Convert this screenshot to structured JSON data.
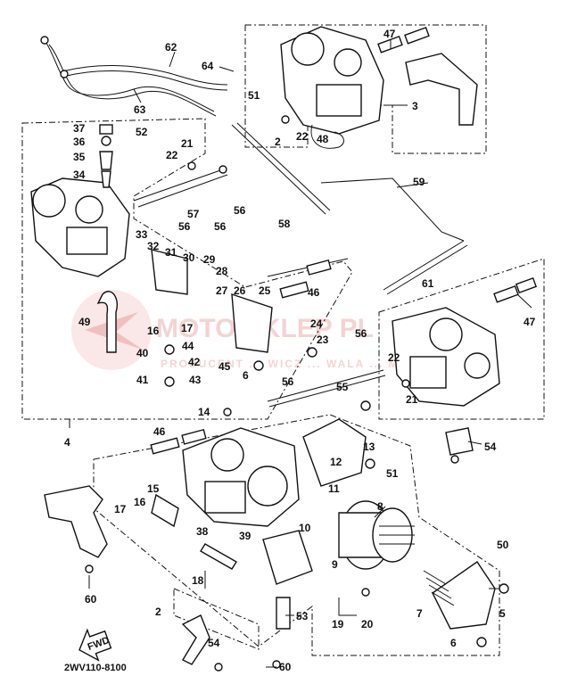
{
  "diagram_code": "2WV110-8100",
  "fwd_arrow": "FWD",
  "watermark": {
    "brand": "MOTO SKLEP PL",
    "sub": "PRODUCENT ... WICZ ... WALA ... MAHA"
  },
  "callouts": [
    {
      "id": "c2a",
      "label": "2"
    },
    {
      "id": "c2b",
      "label": "2"
    },
    {
      "id": "c3",
      "label": "3"
    },
    {
      "id": "c4",
      "label": "4"
    },
    {
      "id": "c5",
      "label": "5"
    },
    {
      "id": "c6a",
      "label": "6"
    },
    {
      "id": "c6b",
      "label": "6"
    },
    {
      "id": "c7",
      "label": "7"
    },
    {
      "id": "c8",
      "label": "8"
    },
    {
      "id": "c9",
      "label": "9"
    },
    {
      "id": "c10",
      "label": "10"
    },
    {
      "id": "c11",
      "label": "11"
    },
    {
      "id": "c12",
      "label": "12"
    },
    {
      "id": "c13",
      "label": "13"
    },
    {
      "id": "c14",
      "label": "14"
    },
    {
      "id": "c15",
      "label": "15"
    },
    {
      "id": "c16a",
      "label": "16"
    },
    {
      "id": "c16b",
      "label": "16"
    },
    {
      "id": "c17a",
      "label": "17"
    },
    {
      "id": "c17b",
      "label": "17"
    },
    {
      "id": "c18",
      "label": "18"
    },
    {
      "id": "c19",
      "label": "19"
    },
    {
      "id": "c20",
      "label": "20"
    },
    {
      "id": "c21a",
      "label": "21"
    },
    {
      "id": "c21b",
      "label": "21"
    },
    {
      "id": "c22a",
      "label": "22"
    },
    {
      "id": "c22b",
      "label": "22"
    },
    {
      "id": "c22c",
      "label": "22"
    },
    {
      "id": "c23",
      "label": "23"
    },
    {
      "id": "c24",
      "label": "24"
    },
    {
      "id": "c25",
      "label": "25"
    },
    {
      "id": "c26",
      "label": "26"
    },
    {
      "id": "c27",
      "label": "27"
    },
    {
      "id": "c28",
      "label": "28"
    },
    {
      "id": "c29",
      "label": "29"
    },
    {
      "id": "c30",
      "label": "30"
    },
    {
      "id": "c31",
      "label": "31"
    },
    {
      "id": "c32",
      "label": "32"
    },
    {
      "id": "c33",
      "label": "33"
    },
    {
      "id": "c34",
      "label": "34"
    },
    {
      "id": "c35",
      "label": "35"
    },
    {
      "id": "c36",
      "label": "36"
    },
    {
      "id": "c37",
      "label": "37"
    },
    {
      "id": "c38",
      "label": "38"
    },
    {
      "id": "c39",
      "label": "39"
    },
    {
      "id": "c40",
      "label": "40"
    },
    {
      "id": "c41",
      "label": "41"
    },
    {
      "id": "c42",
      "label": "42"
    },
    {
      "id": "c43",
      "label": "43"
    },
    {
      "id": "c44",
      "label": "44"
    },
    {
      "id": "c45",
      "label": "45"
    },
    {
      "id": "c46a",
      "label": "46"
    },
    {
      "id": "c46b",
      "label": "46"
    },
    {
      "id": "c47a",
      "label": "47"
    },
    {
      "id": "c47b",
      "label": "47"
    },
    {
      "id": "c48",
      "label": "48"
    },
    {
      "id": "c49",
      "label": "49"
    },
    {
      "id": "c50",
      "label": "50"
    },
    {
      "id": "c51a",
      "label": "51"
    },
    {
      "id": "c51b",
      "label": "51"
    },
    {
      "id": "c52",
      "label": "52"
    },
    {
      "id": "c53",
      "label": "53"
    },
    {
      "id": "c54a",
      "label": "54"
    },
    {
      "id": "c54b",
      "label": "54"
    },
    {
      "id": "c55",
      "label": "55"
    },
    {
      "id": "c56a",
      "label": "56"
    },
    {
      "id": "c56b",
      "label": "56"
    },
    {
      "id": "c56c",
      "label": "56"
    },
    {
      "id": "c56d",
      "label": "56"
    },
    {
      "id": "c56e",
      "label": "56"
    },
    {
      "id": "c57",
      "label": "57"
    },
    {
      "id": "c58",
      "label": "58"
    },
    {
      "id": "c59",
      "label": "59"
    },
    {
      "id": "c60a",
      "label": "60"
    },
    {
      "id": "c60b",
      "label": "60"
    },
    {
      "id": "c61",
      "label": "61"
    },
    {
      "id": "c62",
      "label": "62"
    },
    {
      "id": "c63",
      "label": "63"
    },
    {
      "id": "c64",
      "label": "64"
    }
  ]
}
